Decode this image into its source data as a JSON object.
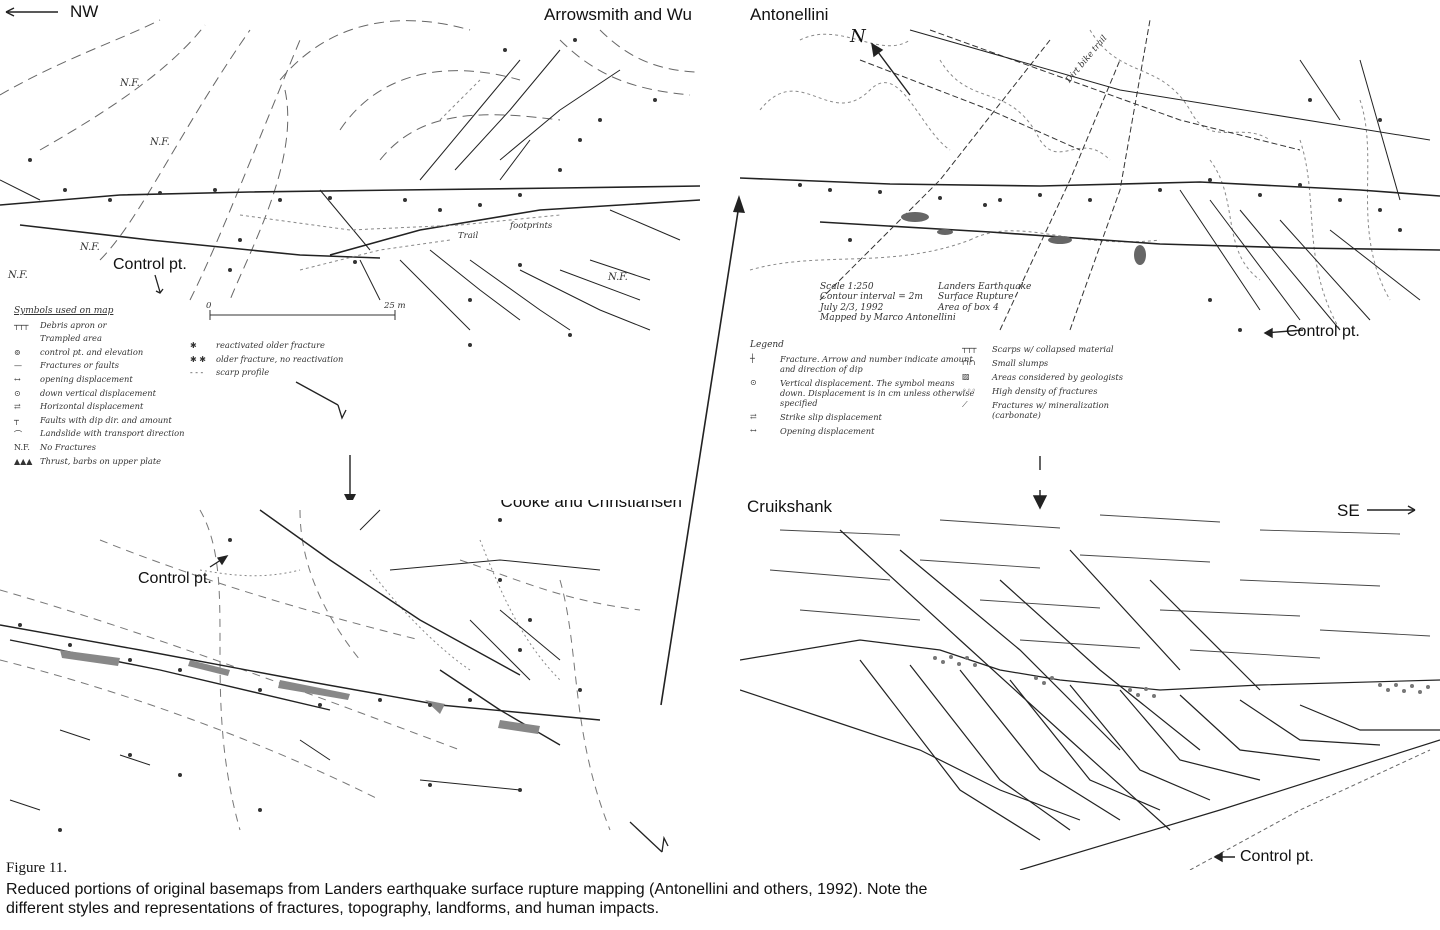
{
  "panels": {
    "arrowsmith_wu": {
      "title": "Arrowsmith and Wu",
      "direction": "NW",
      "control_label": "Control pt.",
      "marks": {
        "nf1": "N.F.",
        "nf2": "N.F.",
        "nf3": "N.F.",
        "nf4": "N.F.",
        "nf5": "N.F.",
        "scale_end": "25 m",
        "trail": "Trail",
        "footprints": "footprints",
        "scale_zero": "0"
      },
      "legend_title": "Symbols used on map",
      "legend": [
        {
          "sym": "┬┬┬",
          "text": "Debris apron or"
        },
        {
          "sym": "",
          "text": "Trampled area"
        },
        {
          "sym": "⊚",
          "text": "control pt. and elevation"
        },
        {
          "sym": "—",
          "text": "Fractures or faults"
        },
        {
          "sym": "↔",
          "text": "opening displacement"
        },
        {
          "sym": "⊙",
          "text": "down vertical displacement"
        },
        {
          "sym": "⇄",
          "text": "Horizontal displacement"
        },
        {
          "sym": "┬",
          "text": "Faults with dip dir. and amount"
        },
        {
          "sym": "⌒",
          "text": "Landslide with transport direction"
        },
        {
          "sym": "N.F.",
          "text": "No Fractures"
        },
        {
          "sym": "▲▲▲",
          "text": "Thrust, barbs on upper plate"
        }
      ],
      "legend_right": [
        {
          "sym": "✱",
          "text": "reactivated older fracture"
        },
        {
          "sym": "✱ ✱",
          "text": "older fracture, no reactivation"
        },
        {
          "sym": "- - -",
          "text": "scarp profile"
        }
      ]
    },
    "antonellini": {
      "title": "Antonellini",
      "north": "N",
      "control_label": "Control pt.",
      "note_lines": [
        "Scale 1:250",
        "Contour interval = 2m",
        "July 2/3, 1992",
        "Mapped by Marco Antonellini"
      ],
      "note_right": [
        "Landers Earthquake",
        "Surface Rupture",
        "Area of box 4"
      ],
      "marks": {
        "trail": "Dirt bike trail"
      },
      "legend_title": "Legend",
      "legend": [
        {
          "sym": "┼",
          "text": "Fracture. Arrow and number indicate amount and direction of dip"
        },
        {
          "sym": "⊙",
          "text": "Vertical displacement. The symbol means down. Displacement is in cm unless otherwise specified"
        },
        {
          "sym": "⇄",
          "text": "Strike slip displacement"
        },
        {
          "sym": "↔",
          "text": "Opening displacement"
        }
      ],
      "legend_right": [
        {
          "sym": "┬┬┬",
          "text": "Scarps w/ collapsed material"
        },
        {
          "sym": "∩∩",
          "text": "Small slumps"
        },
        {
          "sym": "▨",
          "text": "Areas considered by geologists"
        },
        {
          "sym": "◦◦◦",
          "text": "High density of fractures"
        },
        {
          "sym": "⟋",
          "text": "Fractures w/ mineralization (carbonate)"
        }
      ]
    },
    "cooke_christiansen": {
      "title": "Cooke and Christiansen",
      "control_label": "Control pt."
    },
    "cruikshank": {
      "title": "Cruikshank",
      "direction": "SE",
      "control_label": "Control pt."
    }
  },
  "figure_label": "Figure 11.",
  "caption": "Reduced portions of original basemaps from Landers earthquake surface rupture mapping (Antonellini and others, 1992).  Note the different styles and representations of fractures, topography, landforms, and human impacts."
}
